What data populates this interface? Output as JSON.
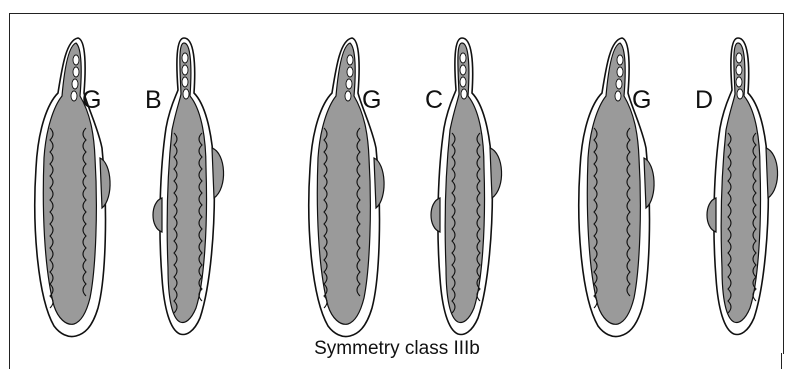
{
  "figure": {
    "caption": "Symmetry class IIIb",
    "pairs": [
      {
        "left_label": "G",
        "right_label": "B"
      },
      {
        "left_label": "G",
        "right_label": "C"
      },
      {
        "left_label": "G",
        "right_label": "D"
      }
    ]
  },
  "colors": {
    "fill": "#9a9a9a",
    "outline": "#111111",
    "paper": "#ffffff"
  }
}
